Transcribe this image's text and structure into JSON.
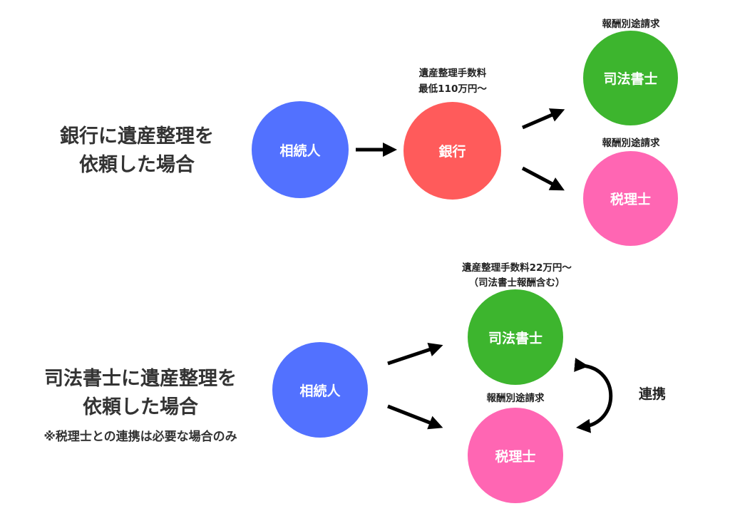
{
  "colors": {
    "heir": "#5271FF",
    "bank": "#FF5B5B",
    "judicial_scrivener": "#3DB52E",
    "tax_accountant": "#FF66B3",
    "arrow": "#000000",
    "text": "#333333"
  },
  "case_bank": {
    "heading_line1": "銀行に遺産整理を",
    "heading_line2": "依頼した場合",
    "heir_label": "相続人",
    "bank_label": "銀行",
    "bank_fee_line1": "遺産整理手数料",
    "bank_fee_line2": "最低110万円～",
    "scrivener_label": "司法書士",
    "scrivener_fee": "報酬別途請求",
    "tax_label": "税理士",
    "tax_fee": "報酬別途請求"
  },
  "case_scrivener": {
    "heading_line1": "司法書士に遺産整理を",
    "heading_line2": "依頼した場合",
    "note": "※税理士との連携は必要な場合のみ",
    "heir_label": "相続人",
    "scrivener_label": "司法書士",
    "scrivener_fee_line1": "遺産整理手数料22万円～",
    "scrivener_fee_line2": "（司法書士報酬含む）",
    "tax_label": "税理士",
    "tax_fee": "報酬別途請求",
    "link_label": "連携"
  }
}
